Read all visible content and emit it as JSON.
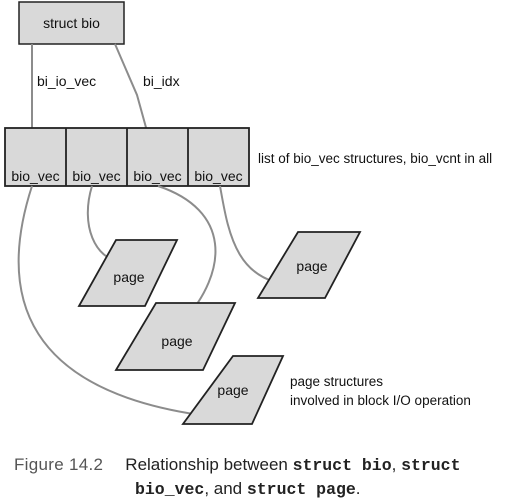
{
  "diagram": {
    "struct_bio": "struct bio",
    "edge_io_vec": "bi_io_vec",
    "edge_idx": "bi_idx",
    "bio_vecs": [
      "bio_vec",
      "bio_vec",
      "bio_vec",
      "bio_vec"
    ],
    "bio_vec_note": "list of bio_vec structures, bio_vcnt in all",
    "pages": [
      "page",
      "page",
      "page",
      "page"
    ],
    "page_note_line1": "page structures",
    "page_note_line2": "involved in block I/O operation"
  },
  "caption": {
    "label": "Figure 14.2",
    "text_a": "Relationship between ",
    "code_a": "struct bio",
    "text_b": ", ",
    "code_b": "struct bio_vec",
    "text_c": ", and ",
    "code_c": "struct page",
    "text_d": "."
  },
  "colors": {
    "box_fill": "#d9d9d9",
    "box_stroke": "#222222",
    "arrow": "#8c8c8c"
  }
}
